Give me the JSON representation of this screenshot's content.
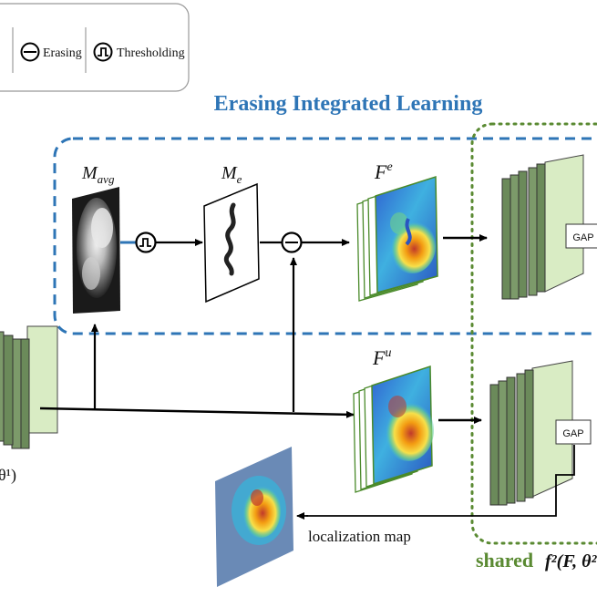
{
  "legend": {
    "erasing_label": "Erasing",
    "thresholding_label": "Thresholding"
  },
  "title": "Erasing Integrated Learning",
  "labels": {
    "m_avg_base": "M",
    "m_avg_sub": "avg",
    "m_e_base": "M",
    "m_e_sub": "e",
    "f_e_base": "F",
    "f_e_sup": "e",
    "f_u_base": "F",
    "f_u_sup": "u",
    "backbone_fragment": "θ¹)",
    "gap_top": "GAP",
    "gap_bottom": "GAP",
    "localization": "localization map",
    "shared": "shared",
    "classifier_fragment": "f²(F, θ²"
  },
  "colors": {
    "title_blue": "#2e75b6",
    "dash_blue": "#2e75b6",
    "dot_green": "#5a8a32",
    "shared_green": "#5a8a32",
    "layer_dark": "#6b8a5a",
    "layer_light": "#d9ecc4",
    "erase_blue": "#2e75b6"
  }
}
